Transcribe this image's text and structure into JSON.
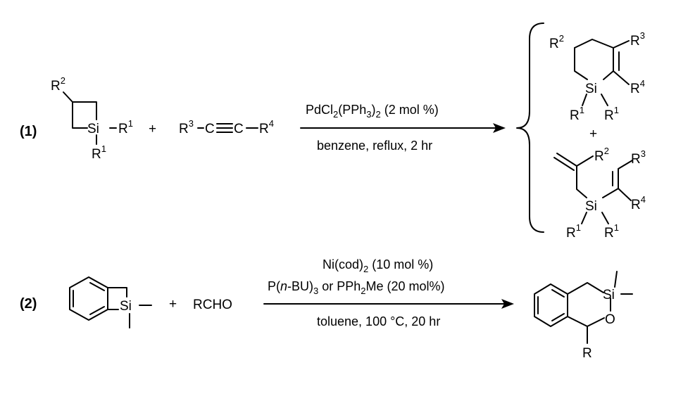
{
  "reactions": [
    {
      "label": "(1)",
      "reactant1": {
        "si": "Si",
        "r1_right": "R",
        "r1_right_sup": "1",
        "r1_bottom": "R",
        "r1_bottom_sup": "1",
        "r2": "R",
        "r2_sup": "2"
      },
      "plus": "+",
      "reactant2": {
        "r3": "R",
        "r3_sup": "3",
        "c_left": "C",
        "c_right": "C",
        "r4": "R",
        "r4_sup": "4"
      },
      "conditions_above": {
        "part1": "PdCl",
        "sub1": "2",
        "part2": "(PPh",
        "sub2": "3",
        "part3": ")",
        "sub3": "2",
        "part4": " (2 mol %)"
      },
      "conditions_below": "benzene, reflux, 2 hr",
      "product_a": {
        "r2": "R",
        "r2_sup": "2",
        "r3": "R",
        "r3_sup": "3",
        "r4": "R",
        "r4_sup": "4",
        "si": "Si",
        "r1a": "R",
        "r1a_sup": "1",
        "r1b": "R",
        "r1b_sup": "1"
      },
      "products_plus": "+",
      "product_b": {
        "r2": "R",
        "r2_sup": "2",
        "r3": "R",
        "r3_sup": "3",
        "r4": "R",
        "r4_sup": "4",
        "si": "Si",
        "r1a": "R",
        "r1a_sup": "1",
        "r1b": "R",
        "r1b_sup": "1"
      }
    },
    {
      "label": "(2)",
      "reactant1": {
        "si": "Si"
      },
      "plus": "+",
      "reactant2": "RCHO",
      "conditions_line1": {
        "part1": "Ni(cod)",
        "sub1": "2",
        "part2": " (10 mol %)"
      },
      "conditions_line2": {
        "part1": "P(",
        "italic": "n",
        "part2": "-BU)",
        "sub1": "3",
        "part3": " or PPh",
        "sub2": "2",
        "part4": "Me (20 mol%)"
      },
      "conditions_below": "toluene, 100 °C, 20 hr",
      "product": {
        "si": "Si",
        "o": "O",
        "r": "R"
      }
    }
  ]
}
